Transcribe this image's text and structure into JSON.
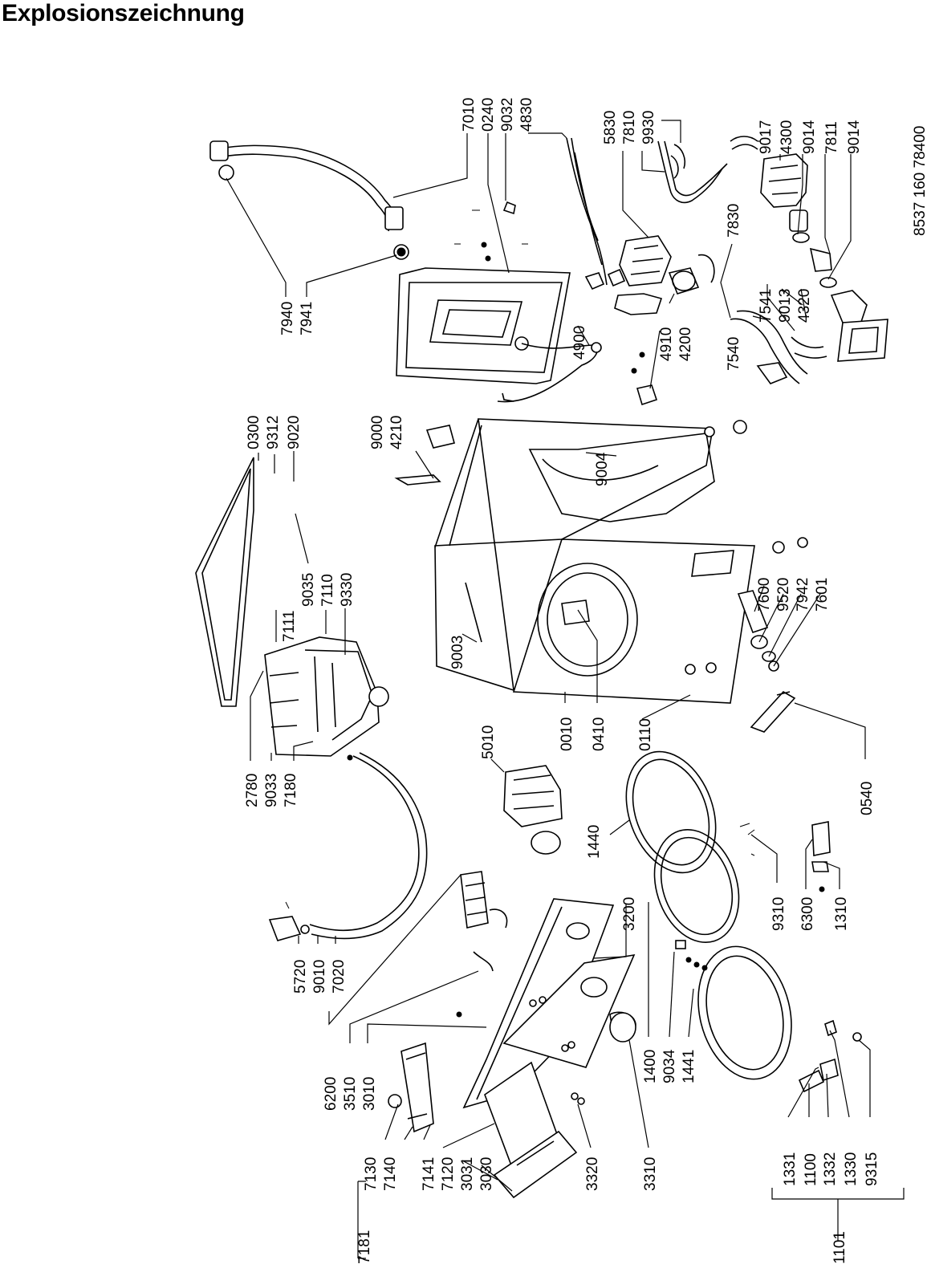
{
  "title": "Explosionszeichnung",
  "doc_number": "8537 160 78400",
  "labels": {
    "p7010": "7010",
    "p0240": "0240",
    "p9032": "9032",
    "p4830": "4830",
    "p5830": "5830",
    "p7810": "7810",
    "p9930": "9930",
    "p9017": "9017",
    "p4300": "4300",
    "p9014a": "9014",
    "p7811": "7811",
    "p9014b": "9014",
    "p7830": "7830",
    "p7541": "7541",
    "p9013": "9013",
    "p4320": "4320",
    "p7540": "7540",
    "p4910": "4910",
    "p4200": "4200",
    "p4900": "4900",
    "p7940": "7940",
    "p7941": "7941",
    "p0300": "0300",
    "p9312": "9312",
    "p9020": "9020",
    "p9000": "9000",
    "p4210": "4210",
    "p9004": "9004",
    "p7111": "7111",
    "p9035": "9035",
    "p7110": "7110",
    "p9330": "9330",
    "p7600": "7600",
    "p9520": "9520",
    "p7942": "7942",
    "p7601": "7601",
    "p9003": "9003",
    "p2780": "2780",
    "p9033": "9033",
    "p7180": "7180",
    "p0010": "0010",
    "p0410": "0410",
    "p0110": "0110",
    "p5010": "5010",
    "p0540": "0540",
    "p1440": "1440",
    "p5720": "5720",
    "p9010": "9010",
    "p7020": "7020",
    "p3200": "3200",
    "p9310": "9310",
    "p6300": "6300",
    "p1310": "1310",
    "p6200": "6200",
    "p3510": "3510",
    "p3010": "3010",
    "p1400": "1400",
    "p9034": "9034",
    "p1441": "1441",
    "p7130": "7130",
    "p7140": "7140",
    "p7141": "7141",
    "p7120": "7120",
    "p3031": "3031",
    "p3030": "3030",
    "p7181": "7181",
    "p3320": "3320",
    "p3310": "3310",
    "p1331": "1331",
    "p1100": "1100",
    "p1332": "1332",
    "p1330": "1330",
    "p9315": "9315",
    "p1101": "1101"
  }
}
